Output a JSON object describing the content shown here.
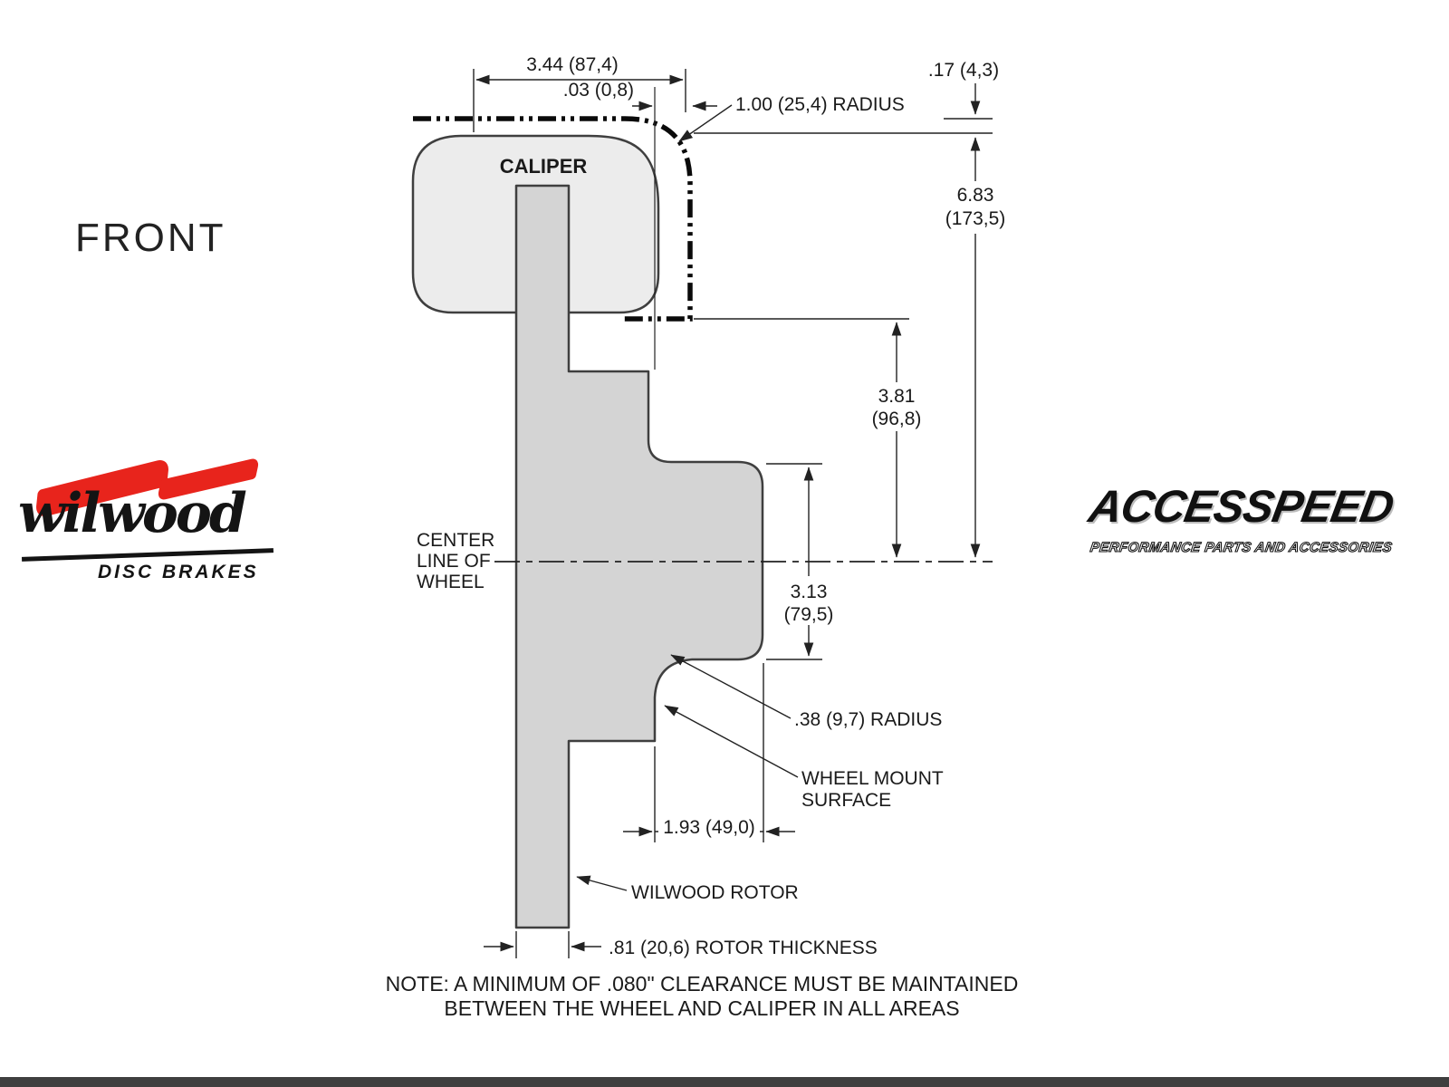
{
  "page": {
    "front_label": "FRONT",
    "note_line1": "NOTE: A MINIMUM OF .080\" CLEARANCE MUST BE MAINTAINED",
    "note_line2": "BETWEEN THE WHEEL AND CALIPER IN ALL AREAS"
  },
  "logos": {
    "wilwood": {
      "name": "wilwood",
      "tagline": "DISC BRAKES"
    },
    "accesspeed": {
      "name": "ACCESSPEED",
      "tagline": "PERFORMANCE PARTS AND ACCESSORIES"
    }
  },
  "diagram": {
    "caliper_label": "CALIPER",
    "center_line": {
      "l1": "CENTER",
      "l2": "LINE OF",
      "l3": "WHEEL"
    },
    "dims": {
      "width_total": "3.44 (87,4)",
      "offset_03": ".03 (0,8)",
      "radius_100": "1.00 (25,4) RADIUS",
      "gap_17": ".17 (4,3)",
      "h683_in": "6.83",
      "h683_mm": "(173,5)",
      "h381_in": "3.81",
      "h381_mm": "(96,8)",
      "h313_in": "3.13",
      "h313_mm": "(79,5)",
      "radius_38": ".38 (9,7) RADIUS",
      "wheel_mount_l1": "WHEEL MOUNT",
      "wheel_mount_l2": "SURFACE",
      "depth_193": "1.93 (49,0)",
      "rotor_label": "WILWOOD ROTOR",
      "thickness_81": ".81 (20,6) ROTOR THICKNESS"
    }
  }
}
